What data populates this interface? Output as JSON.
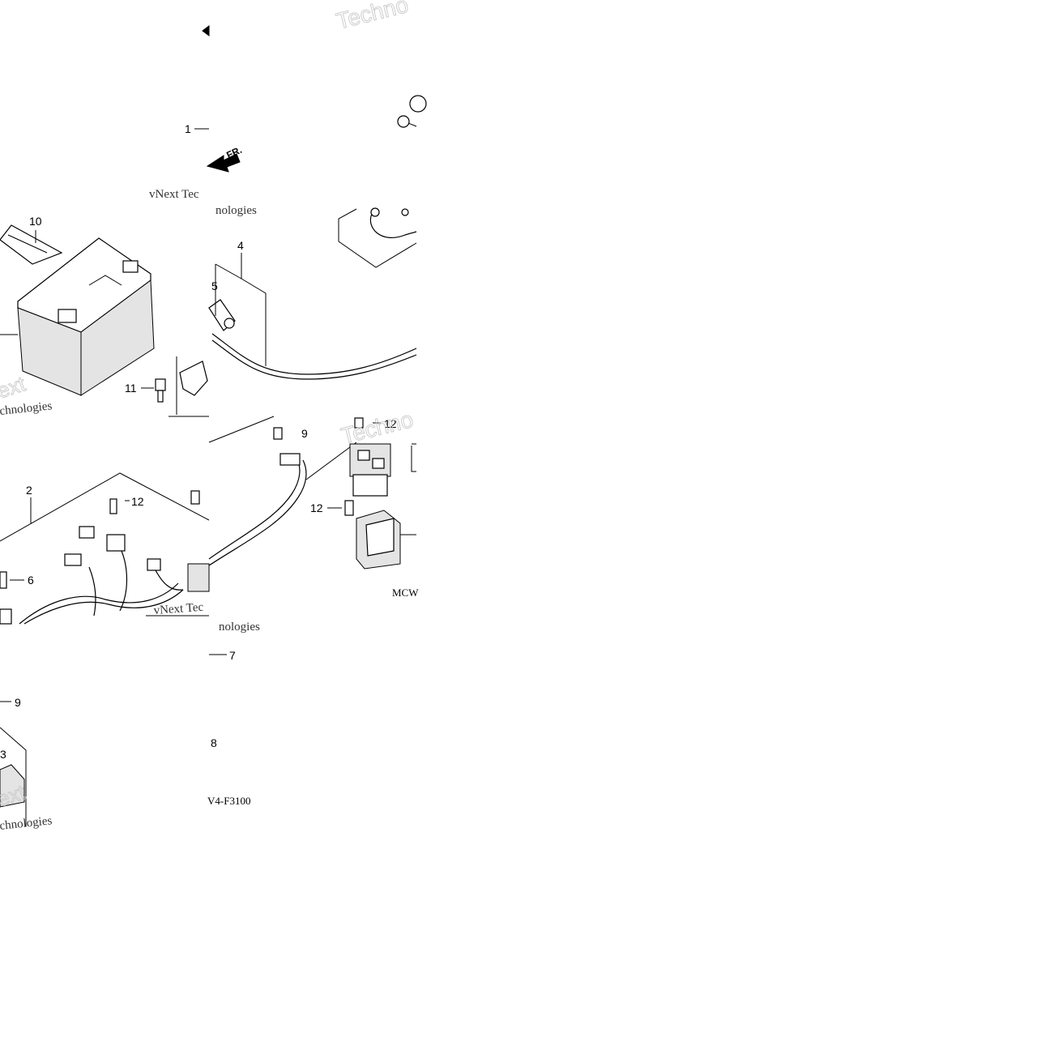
{
  "diagram": {
    "callouts": {
      "c1": "1",
      "c2": "2",
      "c4": "4",
      "c5": "5",
      "c6": "6",
      "c7": "7",
      "c8": "8",
      "c9a": "9",
      "c9b": "9",
      "c10": "10",
      "c11": "11",
      "c12a": "12",
      "c12b": "12",
      "c12c": "12",
      "c3": "3"
    },
    "direction_label": "FR.",
    "drawing_codes": {
      "top": "MCW",
      "bottom": "V4-F3100"
    },
    "watermarks": {
      "w1": "Techno",
      "w2": "vNext Tec",
      "w3": "nologies",
      "w4": "ext",
      "w5": "chnologies",
      "w6": "Techno",
      "w7": "vNext Tec",
      "w8": "nologies",
      "w9": "ext",
      "w10": "chnologies"
    }
  }
}
